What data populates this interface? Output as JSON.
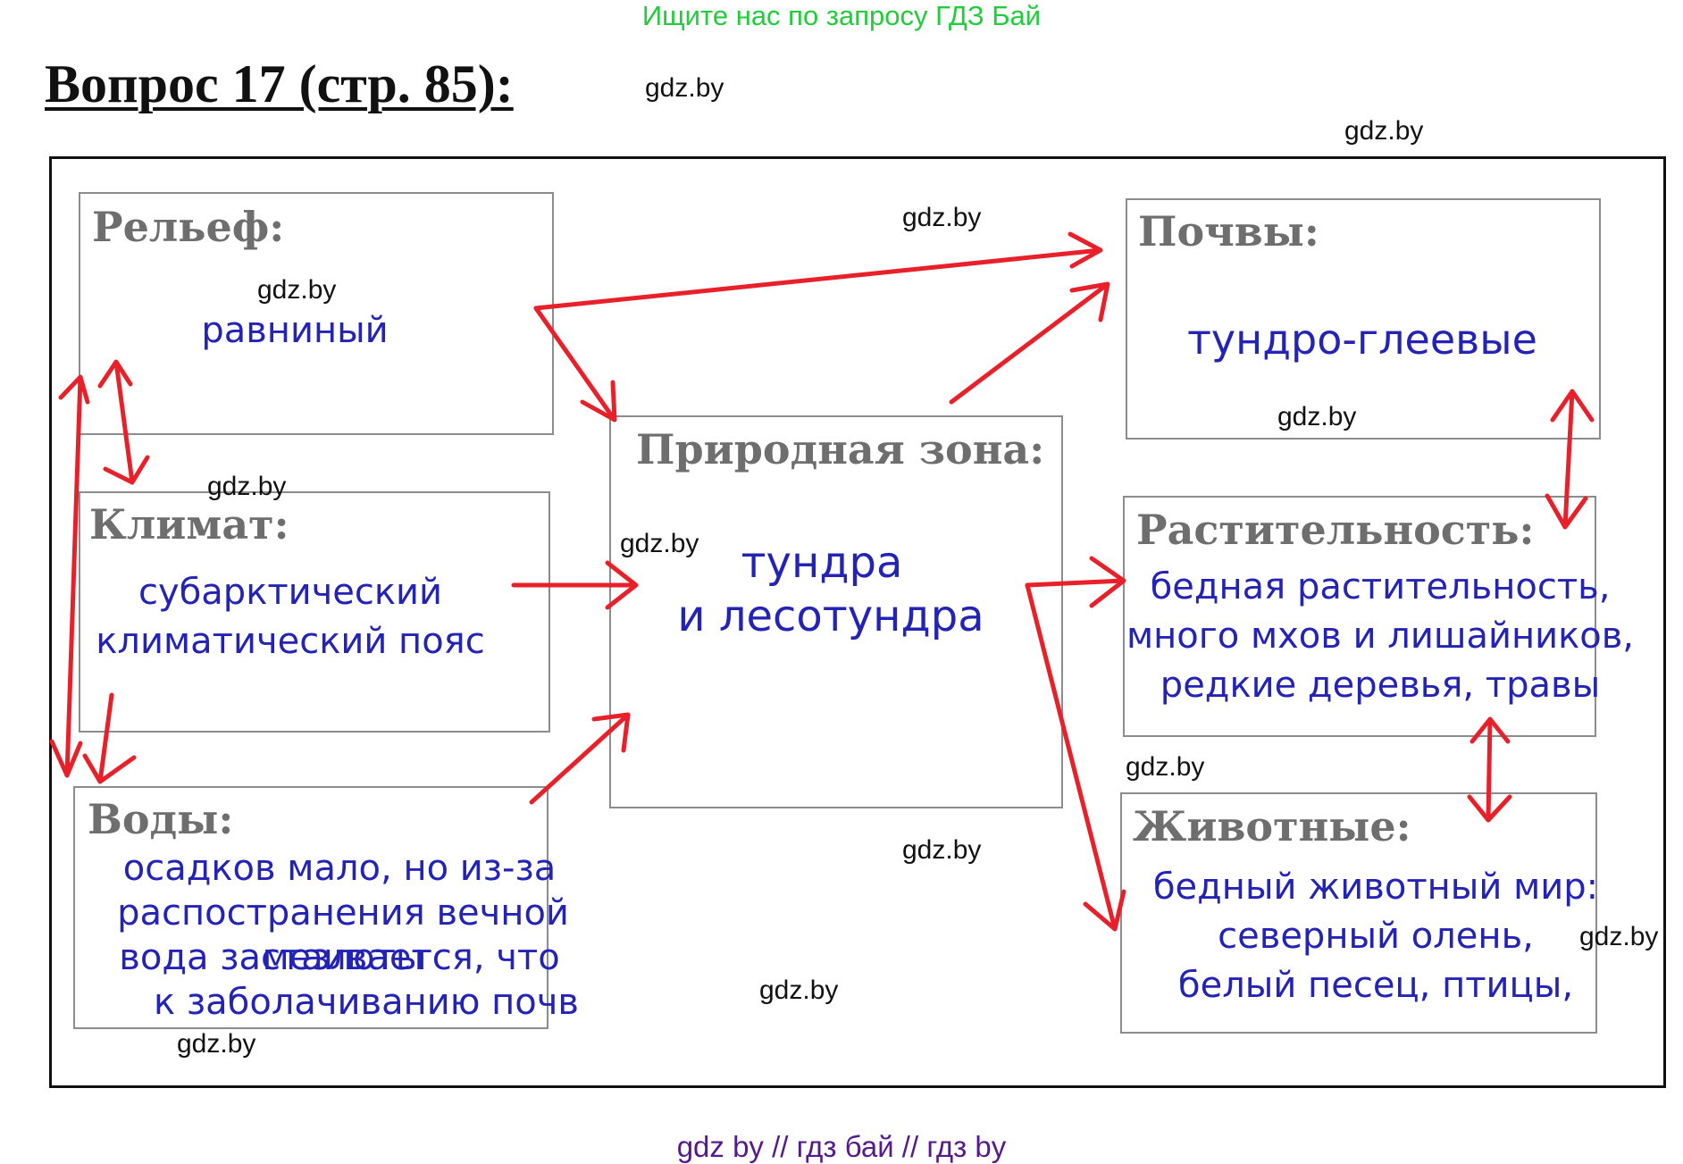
{
  "top_note": "Ищите нас по запросу ГДЗ Бай",
  "title": "Вопрос 17 (стр. 85):",
  "watermark": "gdz.by",
  "boxes": {
    "relief": {
      "label": "Рельеф:",
      "text": "равниный"
    },
    "climate": {
      "label": "Климат:",
      "text_lines": [
        "субарктический",
        "климатический пояс"
      ]
    },
    "waters": {
      "label": "Воды:",
      "text_lines": [
        "осадков мало, но из-за",
        "распостранения вечной мезлоты",
        "вода застаивается, что",
        "к заболачиванию почв"
      ]
    },
    "zone": {
      "label": "Природная зона:",
      "text_lines": [
        "тундра",
        "и лесотундра"
      ]
    },
    "soils": {
      "label": "Почвы:",
      "text": "тундро-глеевые"
    },
    "vegetation": {
      "label": "Растительность:",
      "text_lines": [
        "бедная растительность,",
        "много мхов и лишайников,",
        "редкие деревья, травы"
      ]
    },
    "animals": {
      "label": "Животные:",
      "text_lines": [
        "бедный животный мир:",
        "северный олень,",
        "белый песец, птицы,"
      ]
    }
  },
  "footer": "gdz by  //  гдз бай  //  гдз by",
  "colors": {
    "arrow": "#e8202a",
    "handwriting": "#2323b5",
    "label": "#6e6e6e",
    "top_note": "#22cc3a",
    "footer": "#551a8b"
  }
}
